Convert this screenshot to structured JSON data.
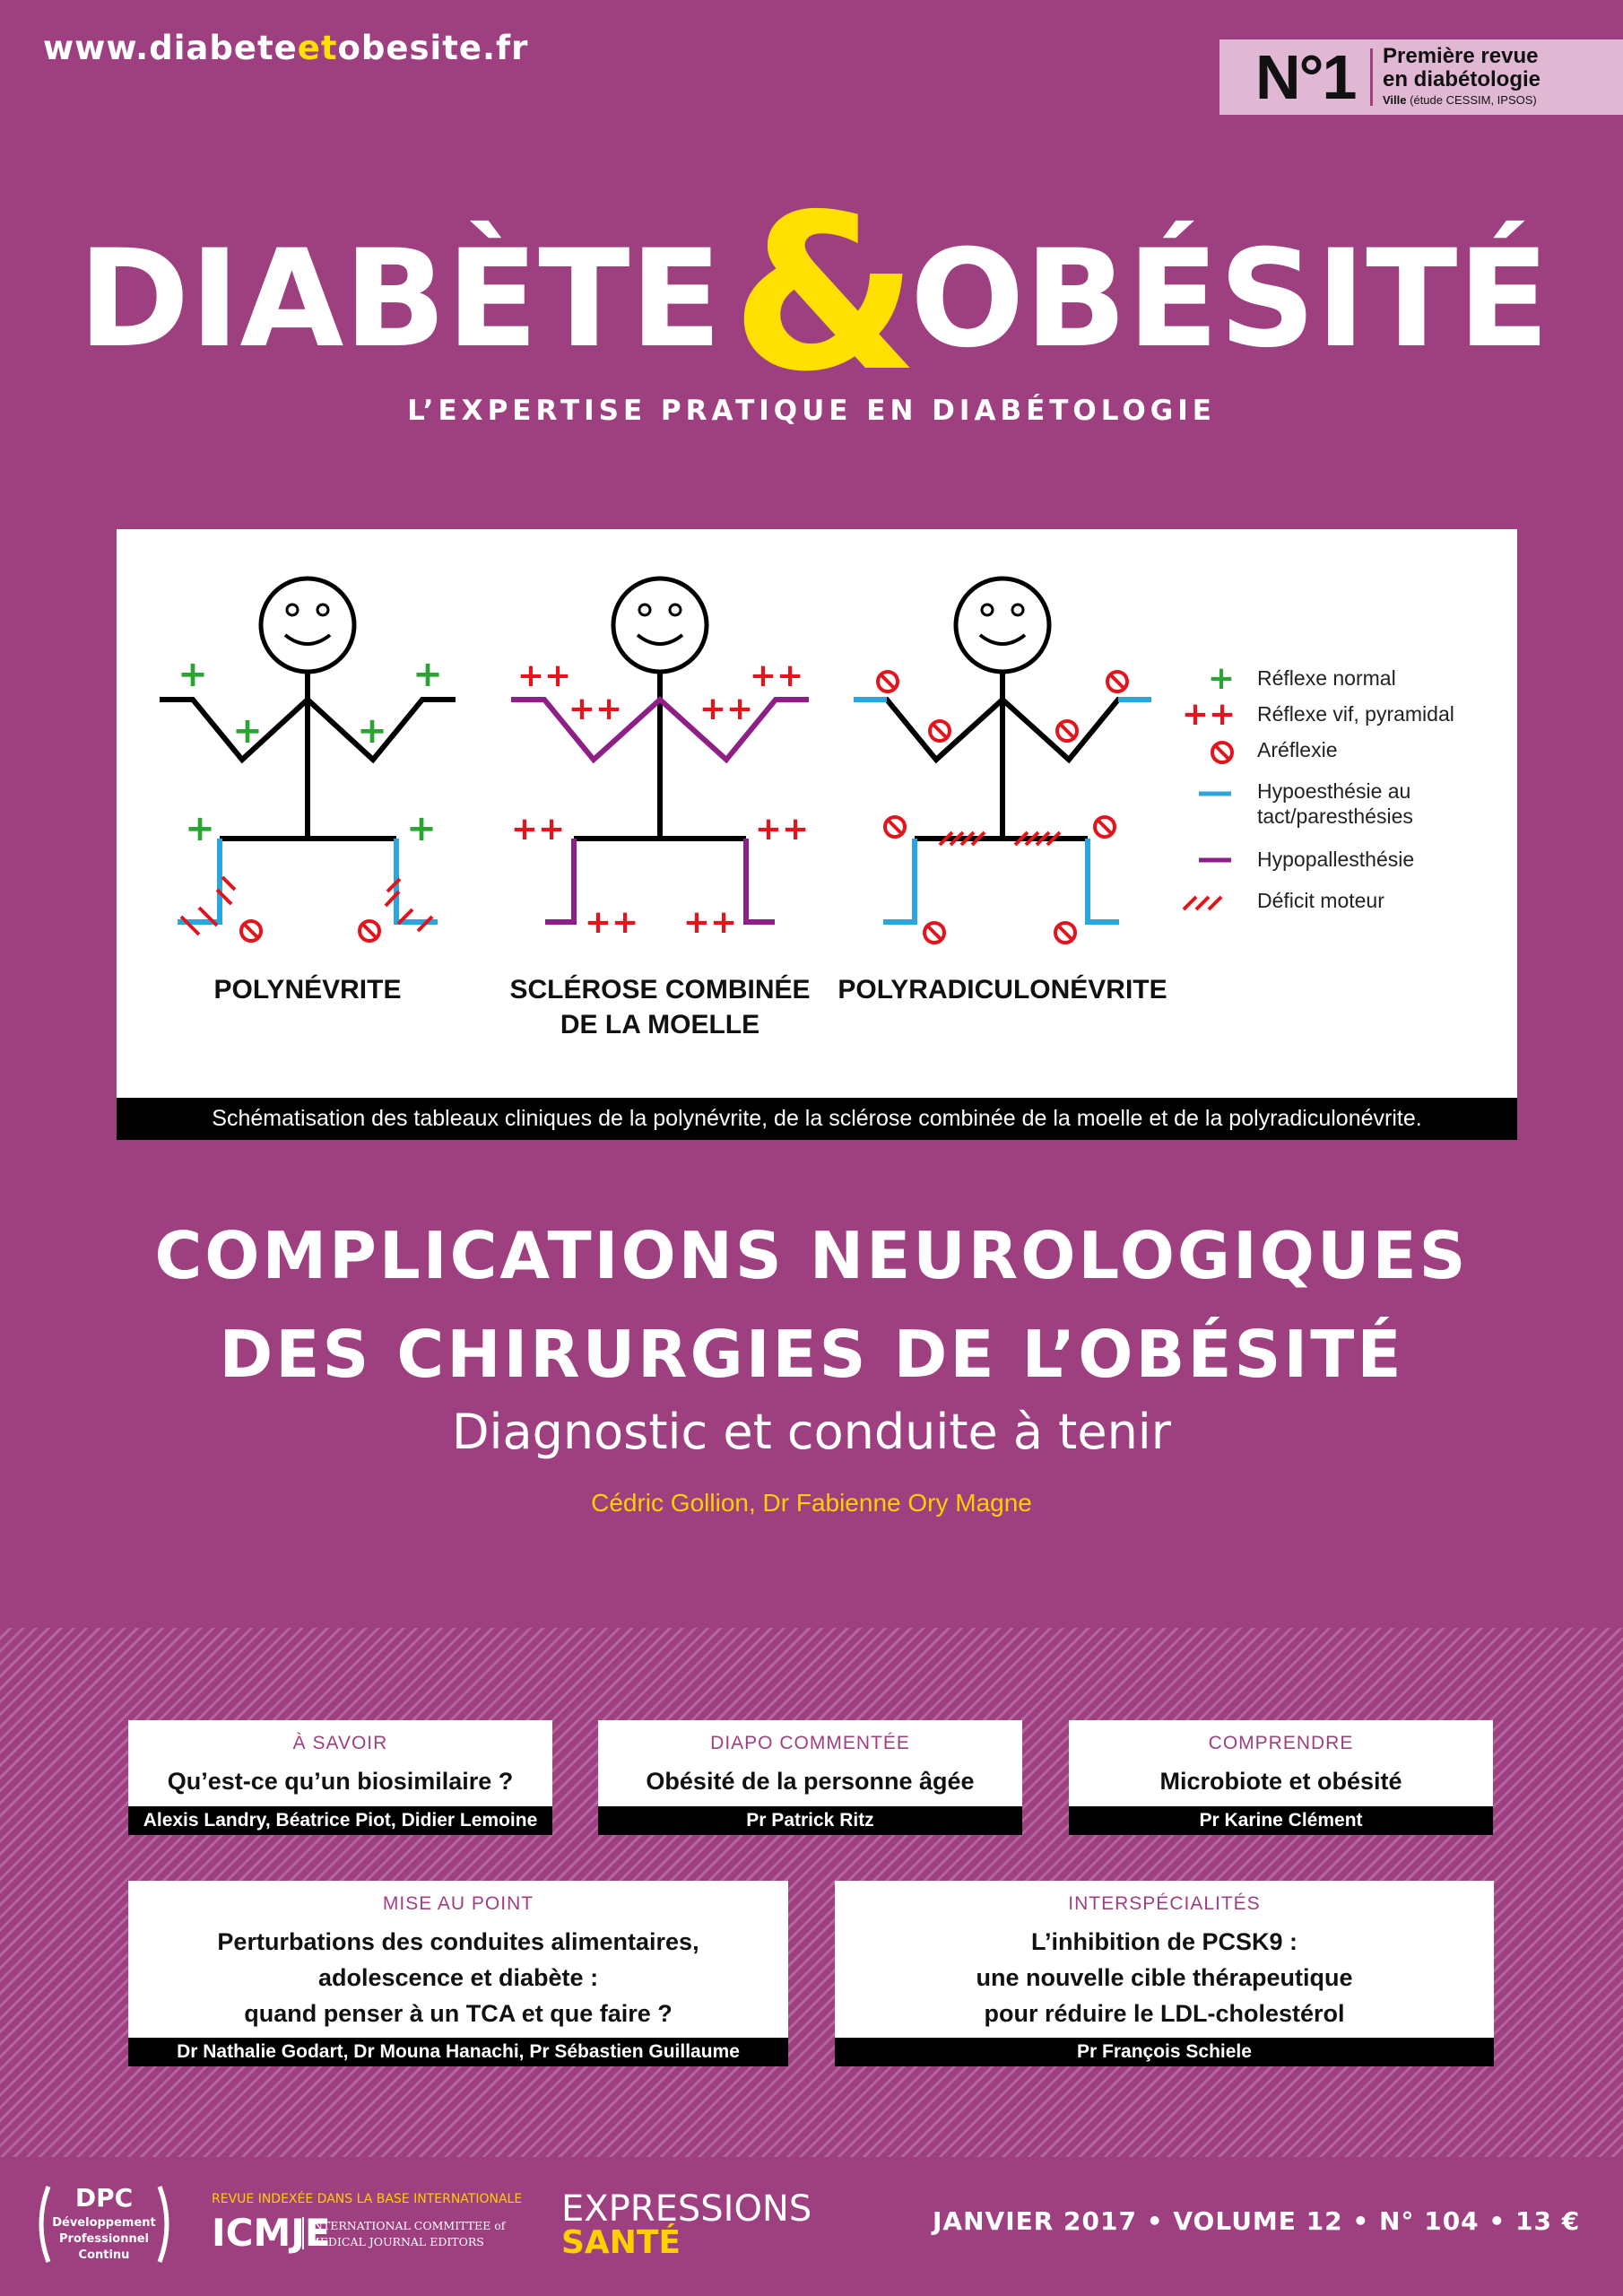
{
  "header": {
    "url_part1": "www.diabete",
    "url_part2": "et",
    "url_part3": "obesite.fr",
    "badge_number": "N°1",
    "badge_line1": "Première revue",
    "badge_line2": "en diabétologie",
    "badge_source_bold": "Ville",
    "badge_source": "(étude CESSIM, IPSOS)"
  },
  "masthead": {
    "word1": "DIABÈTE",
    "ampersand": "&",
    "word2": "OBÉSITÉ",
    "tagline": "L’EXPERTISE PRATIQUE EN DIABÉTOLOGIE"
  },
  "figure": {
    "panel1": "POLYNÉVRITE",
    "panel2_line1": "SCLÉROSE COMBINÉE",
    "panel2_line2": "DE LA MOELLE",
    "panel3": "POLYRADICULONÉVRITE",
    "legend": [
      {
        "symbol": "+",
        "label": "Réflexe normal"
      },
      {
        "symbol": "++",
        "label": "Réflexe vif, pyramidal"
      },
      {
        "symbol": "⊘",
        "label": "Aréflexie"
      },
      {
        "symbol": "—",
        "label": "Hypoesthésie au tact/paresthésies"
      },
      {
        "symbol": "—",
        "label": "Hypopallesthésie"
      },
      {
        "symbol": "///",
        "label": "Déficit moteur"
      }
    ],
    "caption": "Schématisation des tableaux cliniques de la polynévrite, de la sclérose combinée de la moelle et de la polyradiculonévrite.",
    "colors": {
      "normal": "#2aa534",
      "vif": "#e3141b",
      "hypo": "#2aa6dc",
      "pallest": "#8e1f86"
    }
  },
  "article": {
    "title_line1": "COMPLICATIONS NEUROLOGIQUES",
    "title_line2": "DES CHIRURGIES DE L’OBÉSITÉ",
    "subtitle": "Diagnostic et conduite à tenir",
    "authors": "Cédric Gollion, Dr Fabienne Ory Magne"
  },
  "cards": [
    {
      "category": "À SAVOIR",
      "title": "Qu’est-ce qu’un biosimilaire ?",
      "authors": "Alexis Landry, Béatrice Piot, Didier Lemoine"
    },
    {
      "category": "DIAPO COMMENTÉE",
      "title": "Obésité de la personne âgée",
      "authors": "Pr Patrick Ritz"
    },
    {
      "category": "COMPRENDRE",
      "title": "Microbiote et obésité",
      "authors": "Pr Karine Clément"
    },
    {
      "category": "MISE AU POINT",
      "title_line1": "Perturbations des conduites alimentaires,",
      "title_line2": "adolescence et diabète :",
      "title_line3": "quand penser à un TCA et que faire ?",
      "authors": "Dr Nathalie Godart, Dr Mouna Hanachi, Pr Sébastien Guillaume"
    },
    {
      "category": "INTERSPÉCIALITÉS",
      "title_line1": "L’inhibition de PCSK9 :",
      "title_line2": "une nouvelle cible thérapeutique",
      "title_line3": "pour réduire le LDL-cholestérol",
      "authors": "Pr François Schiele"
    }
  ],
  "footer": {
    "dpc_title": "DPC",
    "dpc_line1": "Développement",
    "dpc_line2": "Professionnel",
    "dpc_line3": "Continu",
    "icmje_top": "REVUE INDEXÉE DANS LA BASE INTERNATIONALE",
    "icmje_logo": "ICMJE",
    "icmje_line1": "INTERNATIONAL COMMITTEE of",
    "icmje_line2": "MEDICAL JOURNAL EDITORS",
    "expr_line1": "EXPRESSIONS",
    "expr_line2": "SANTÉ",
    "issue": "JANVIER 2017 • VOLUME 12 • N° 104 • 13 €"
  }
}
